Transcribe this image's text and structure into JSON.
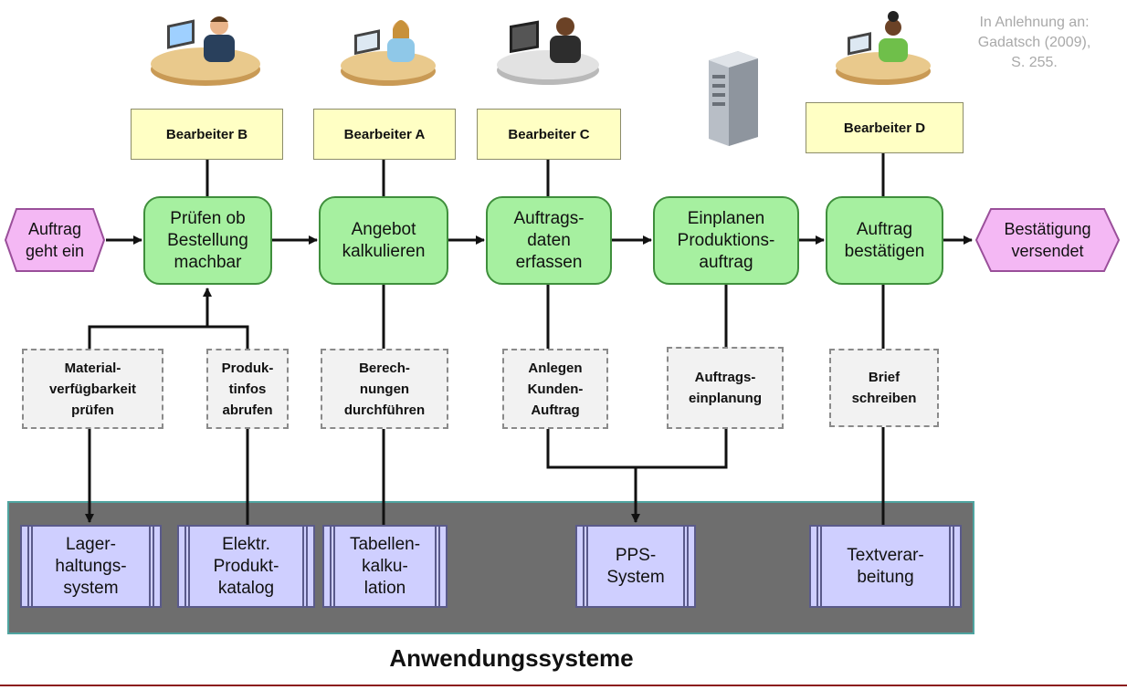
{
  "credit": "In Anlehnung an:\nGadatsch (2009),\nS. 255.",
  "roles": [
    "Bearbeiter B",
    "Bearbeiter A",
    "Bearbeiter C",
    "Bearbeiter D"
  ],
  "events": {
    "start": "Auftrag\ngeht ein",
    "end": "Bestätigung\nversendet"
  },
  "functions": [
    "Prüfen ob\nBestellung\nmachbar",
    "Angebot\nkalkulieren",
    "Auftrags-\ndaten\nerfassen",
    "Einplanen\nProduktions-\nauftrag",
    "Auftrag\nbestätigen"
  ],
  "tasks": [
    "Material-\nverfügbarkeit\nprüfen",
    "Produk-\ntinfos\nabrufen",
    "Berech-\nnungen\ndurchführen",
    "Anlegen\nKunden-\nAuftrag",
    "Auftrags-\neinplanung",
    "Brief\nschreiben"
  ],
  "systems": [
    "Lager-\nhaltungs-\nsystem",
    "Elektr.\nProdukt-\nkatalog",
    "Tabellen-\nkalku-\nlation",
    "PPS-\nSystem",
    "Textverar-\nbeitung"
  ],
  "panel_title": "Anwendungssysteme",
  "colors": {
    "function": "#a6f0a0",
    "role": "#ffffc4",
    "event": "#f4b8f4",
    "task": "#f2f2f2",
    "system": "#cfcfff",
    "panel": "#6e6e6e",
    "footer_line": "#8b1a1a"
  }
}
